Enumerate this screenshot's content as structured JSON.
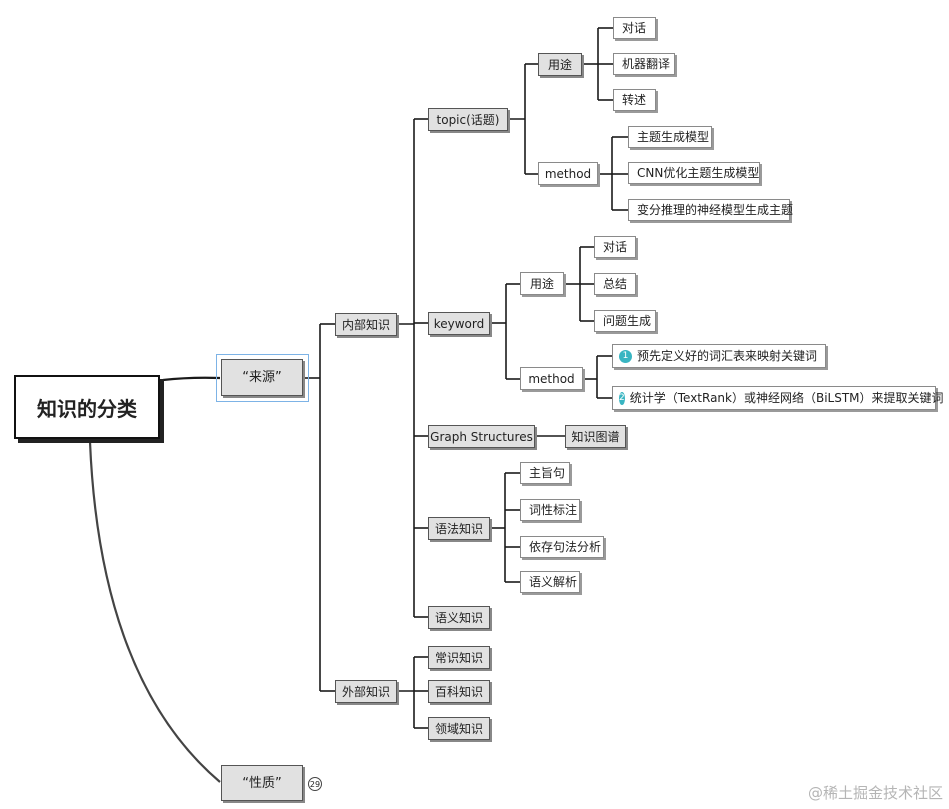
{
  "root": "知识的分类",
  "branches": {
    "source": "“来源”",
    "nature": "“性质”",
    "nature_count": "29"
  },
  "internal": "内部知识",
  "external": "外部知识",
  "topic": {
    "label": "topic(话题)",
    "usage": "用途",
    "usage_items": [
      "对话",
      "机器翻译",
      "转述"
    ],
    "method": "method",
    "method_items": [
      "主题生成模型",
      "CNN优化主题生成模型",
      "变分推理的神经模型生成主题"
    ]
  },
  "keyword": {
    "label": "keyword",
    "usage": "用途",
    "usage_items": [
      "对话",
      "总结",
      "问题生成"
    ],
    "method": "method",
    "method_items": [
      "预先定义好的词汇表来映射关键词",
      "统计学（TextRank）或神经网络（BiLSTM）来提取关键词"
    ],
    "method_badges": [
      "1",
      "2"
    ]
  },
  "graph": {
    "label": "Graph Structures",
    "child": "知识图谱"
  },
  "syntax": {
    "label": "语法知识",
    "items": [
      "主旨句",
      "词性标注",
      "依存句法分析",
      "语义解析"
    ]
  },
  "semantic": "语义知识",
  "external_items": [
    "常识知识",
    "百科知识",
    "领域知识"
  ],
  "watermark": "@稀土掘金技术社区"
}
